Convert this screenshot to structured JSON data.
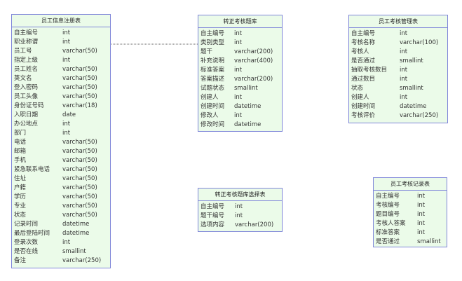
{
  "tables": [
    {
      "title": "员工信息注册表",
      "fields": [
        {
          "name": "自主编号",
          "type": "int"
        },
        {
          "name": "职业称谓",
          "type": "int"
        },
        {
          "name": "员工号",
          "type": "varchar(50)"
        },
        {
          "name": "指定上级",
          "type": "int"
        },
        {
          "name": "员工姓名",
          "type": "varchar(50)"
        },
        {
          "name": "英文名",
          "type": "varchar(50)"
        },
        {
          "name": "登入密码",
          "type": "varchar(50)"
        },
        {
          "name": "员工头像",
          "type": "varchar(50)"
        },
        {
          "name": "身份证号码",
          "type": "varchar(18)"
        },
        {
          "name": "入职日期",
          "type": "date"
        },
        {
          "name": "办公地点",
          "type": "int"
        },
        {
          "name": "部门",
          "type": "int"
        },
        {
          "name": "电话",
          "type": "varchar(50)"
        },
        {
          "name": "邮箱",
          "type": "varchar(50)"
        },
        {
          "name": "手机",
          "type": "varchar(50)"
        },
        {
          "name": "紧急联系电话",
          "type": "varchar(50)"
        },
        {
          "name": "住址",
          "type": "varchar(50)"
        },
        {
          "name": "户籍",
          "type": "varchar(50)"
        },
        {
          "name": "学历",
          "type": "varchar(50)"
        },
        {
          "name": "专业",
          "type": "varchar(50)"
        },
        {
          "name": "状态",
          "type": "varchar(50)"
        },
        {
          "name": "记录时间",
          "type": "datetime"
        },
        {
          "name": "最后登陆时间",
          "type": "datetime"
        },
        {
          "name": "登录次数",
          "type": "int"
        },
        {
          "name": "是否在线",
          "type": "smallint"
        },
        {
          "name": "备注",
          "type": "varchar(250)"
        }
      ]
    },
    {
      "title": "转正考核题库",
      "fields": [
        {
          "name": "自主编号",
          "type": "int"
        },
        {
          "name": "类别类型",
          "type": "int"
        },
        {
          "name": "题干",
          "type": "varchar(200)"
        },
        {
          "name": "补充说明",
          "type": "varchar(400)"
        },
        {
          "name": "标准答案",
          "type": "int"
        },
        {
          "name": "答案描述",
          "type": "varchar(200)"
        },
        {
          "name": "试题状态",
          "type": "smallint"
        },
        {
          "name": "创建人",
          "type": "int"
        },
        {
          "name": "创建时间",
          "type": "datetime"
        },
        {
          "name": "修改人",
          "type": "int"
        },
        {
          "name": "修改时间",
          "type": "datetime"
        }
      ]
    },
    {
      "title": "员工考核管理表",
      "fields": [
        {
          "name": "自主编号",
          "type": "int"
        },
        {
          "name": "考核名称",
          "type": "varchar(100)"
        },
        {
          "name": "考核人",
          "type": "int"
        },
        {
          "name": "是否通过",
          "type": "smallint"
        },
        {
          "name": "抽取考核数目",
          "type": "int"
        },
        {
          "name": "通过数目",
          "type": "int"
        },
        {
          "name": "状态",
          "type": "smallint"
        },
        {
          "name": "创建人",
          "type": "int"
        },
        {
          "name": "创建时间",
          "type": "datetime"
        },
        {
          "name": "考核评价",
          "type": "varchar(250)"
        }
      ]
    },
    {
      "title": "转正考核题库选择表",
      "fields": [
        {
          "name": "自主编号",
          "type": "int"
        },
        {
          "name": "题干编号",
          "type": "int"
        },
        {
          "name": "选项内容",
          "type": "varchar(200)"
        }
      ]
    },
    {
      "title": "员工考核记录表",
      "fields": [
        {
          "name": "自主编号",
          "type": "int"
        },
        {
          "name": "考核编号",
          "type": "int"
        },
        {
          "name": "题目编号",
          "type": "int"
        },
        {
          "name": "考核人答案",
          "type": "int"
        },
        {
          "name": "标准答案",
          "type": "int"
        },
        {
          "name": "是否通过",
          "type": "smallint"
        }
      ]
    }
  ]
}
